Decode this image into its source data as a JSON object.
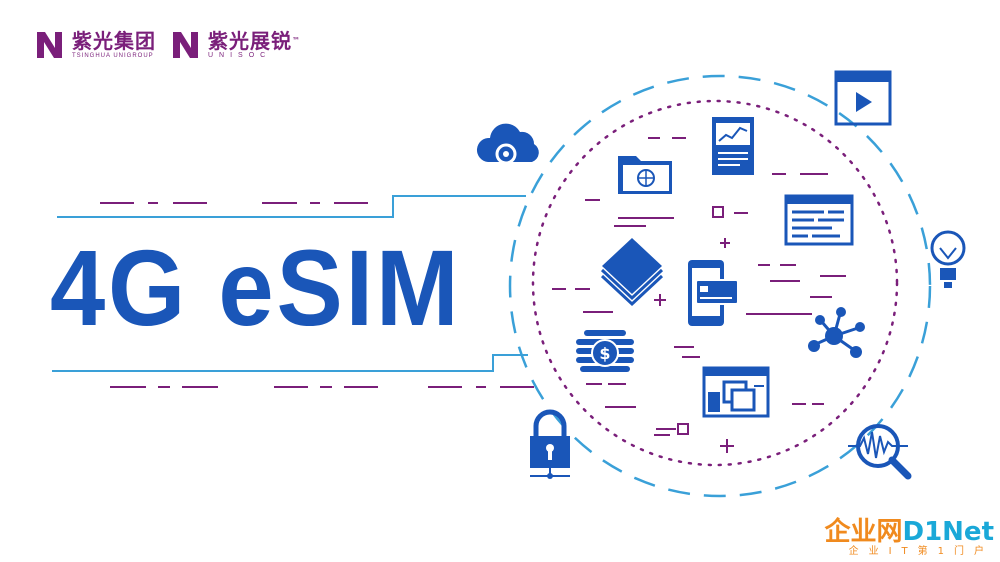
{
  "logos": [
    {
      "cn": "紫光集团",
      "en": "TSINGHUA UNIGROUP"
    },
    {
      "cn": "紫光展锐",
      "en": "UNISOC",
      "tm": "™"
    }
  ],
  "title": "4G eSIM",
  "watermark": {
    "main_a": "企业网",
    "main_b": "D1Net",
    "sub": "企业IT第1门户"
  },
  "colors": {
    "brand_purple": "#7a1f7a",
    "accent_blue": "#1a56b8",
    "line_blue": "#3aa0d8",
    "dash_purple": "#7a1f7a"
  },
  "icons": [
    "cloud-gear-icon",
    "folder-globe-icon",
    "document-icon",
    "video-player-icon",
    "browser-code-icon",
    "lightbulb-icon",
    "layers-icon",
    "phone-card-icon",
    "network-nodes-icon",
    "coins-dollar-icon",
    "window-stack-icon",
    "padlock-icon",
    "magnifier-wave-icon"
  ]
}
